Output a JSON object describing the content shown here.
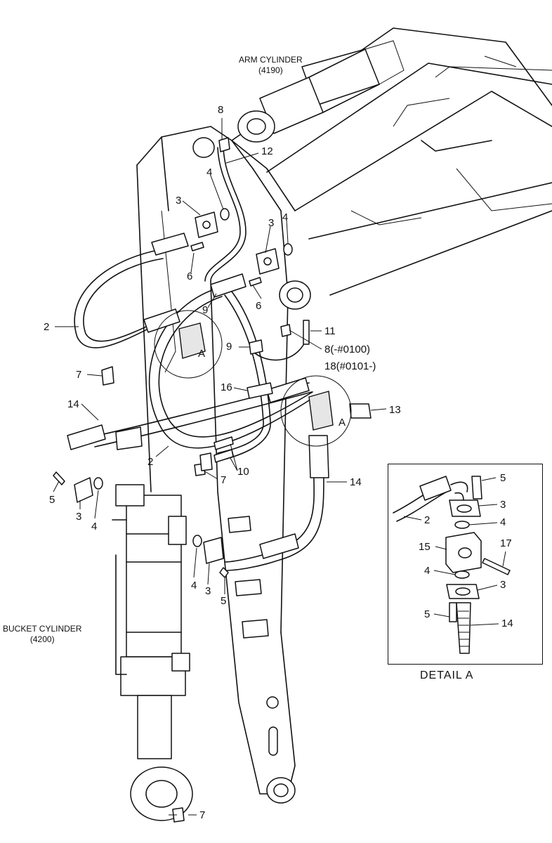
{
  "labels": {
    "arm_cylinder_title": "ARM CYLINDER",
    "arm_cylinder_code": "(4190)",
    "bucket_cylinder_title": "BUCKET CYLINDER",
    "bucket_cylinder_code": "(4200)",
    "detail_title": "DETAIL  A",
    "view_ref": "A"
  },
  "callouts": {
    "c8_top": "8",
    "c12": "12",
    "c4_a": "4",
    "c3_a": "3",
    "c3_b": "3",
    "c4_b": "4",
    "c6_a": "6",
    "c6_b": "6",
    "c2_a": "2",
    "c9_a": "9",
    "c11": "11",
    "c9_b": "9",
    "c8_note": "8(-#0100)",
    "c18_note": "18(#0101-)",
    "c7_a": "7",
    "c16": "16",
    "c13": "13",
    "c14_a": "14",
    "c2_b": "2",
    "c10": "10",
    "c7_b": "7",
    "c14_b": "14",
    "c5_a": "5",
    "c3_c": "3",
    "c4_c": "4",
    "c4_d": "4",
    "c3_d": "3",
    "c5_b": "5",
    "c7_c": "7",
    "d5_a": "5",
    "d3_a": "3",
    "d2": "2",
    "d4_a": "4",
    "d15": "15",
    "d17": "17",
    "d4_b": "4",
    "d3_b": "3",
    "d5_b": "5",
    "d14": "14"
  }
}
